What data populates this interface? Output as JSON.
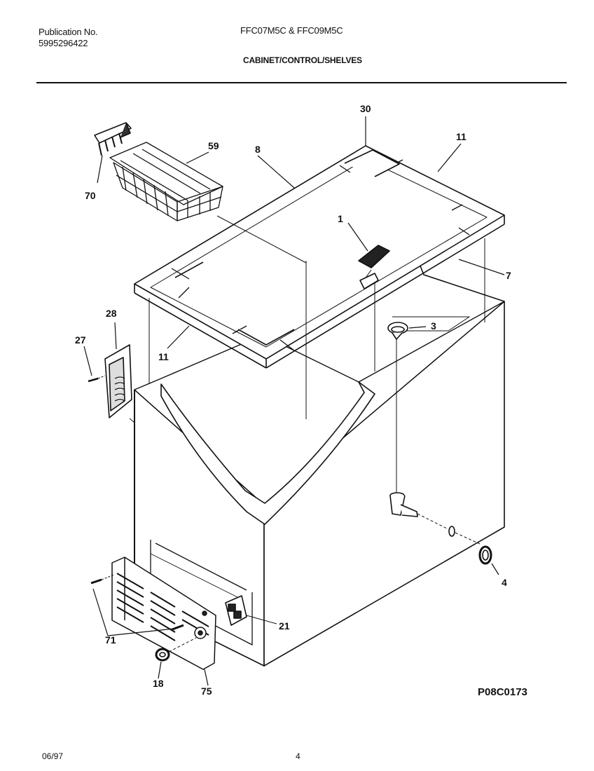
{
  "header": {
    "publication_label": "Publication No.",
    "publication_number": "5995296422",
    "models": "FFC07M5C & FFC09M5C",
    "section_title": "CABINET/CONTROL/SHELVES"
  },
  "callouts": {
    "c1": "1",
    "c3": "3",
    "c4": "4",
    "c7": "7",
    "c8": "8",
    "c11a": "11",
    "c11b": "11",
    "c18": "18",
    "c21": "21",
    "c27": "27",
    "c28": "28",
    "c30": "30",
    "c59": "59",
    "c70": "70",
    "c71": "71",
    "c75": "75"
  },
  "diagram_code": "P08C0173",
  "footer": {
    "date": "06/97",
    "page": "4"
  }
}
